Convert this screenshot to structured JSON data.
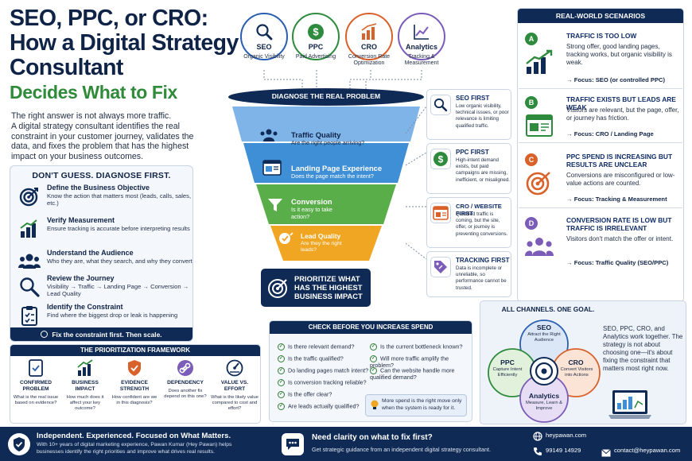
{
  "header": {
    "title_line1": "SEO, PPC, or CRO:",
    "title_line2": "How a Digital Strategy",
    "title_line3": "Consultant",
    "title_line4": "Decides What to Fix",
    "intro_line1": "The right answer is not always more traffic.",
    "intro_body": "A digital strategy consultant identifies the real constraint in your customer journey, validates the data, and fixes the problem that has the highest impact on your business outcomes."
  },
  "diagnose": {
    "title": "DON'T GUESS. DIAGNOSE FIRST.",
    "steps": [
      {
        "title": "Define the Business Objective",
        "desc": "Know the action that matters most (leads, calls, sales, etc.)",
        "icon": "target-icon"
      },
      {
        "title": "Verify Measurement",
        "desc": "Ensure tracking is accurate before interpreting results",
        "icon": "bar-chart-icon"
      },
      {
        "title": "Understand the Audience",
        "desc": "Who they are, what they search, and why they convert",
        "icon": "people-icon"
      },
      {
        "title": "Review the Journey",
        "desc": "Visibility → Traffic → Landing Page → Conversion → Lead Quality",
        "icon": "magnifier-icon"
      },
      {
        "title": "Identify the Constraint",
        "desc": "Find where the biggest drop or leak is happening",
        "icon": "clipboard-icon"
      }
    ],
    "footer": "Fix the constraint first. Then scale."
  },
  "framework": {
    "title": "THE PRIORITIZATION FRAMEWORK",
    "cols": [
      {
        "title": "CONFIRMED PROBLEM",
        "desc": "What is the real issue based on evidence?"
      },
      {
        "title": "BUSINESS IMPACT",
        "desc": "How much does it affect your key outcome?"
      },
      {
        "title": "EVIDENCE STRENGTH",
        "desc": "How confident are we in this diagnosis?"
      },
      {
        "title": "DEPENDENCY",
        "desc": "Does another fix depend on this one?"
      },
      {
        "title": "VALUE VS. EFFORT",
        "desc": "What is the likely value compared to cost and effort?"
      }
    ]
  },
  "channels_top": [
    {
      "name": "SEO",
      "desc": "Organic Visibility",
      "color": "#2a5fb0"
    },
    {
      "name": "PPC",
      "desc": "Paid Advertising",
      "color": "#2e8b3d"
    },
    {
      "name": "CRO",
      "desc": "Conversion Rate Optimization",
      "color": "#d9622b"
    },
    {
      "name": "Analytics",
      "desc": "Tracking & Measurement",
      "color": "#7b5cb8"
    }
  ],
  "funnel": {
    "title": "DIAGNOSE THE REAL PROBLEM",
    "levels": [
      {
        "title": "Traffic Quality",
        "desc": "Are the right people arriving?",
        "color": "#7fb4e8"
      },
      {
        "title": "Landing Page Experience",
        "desc": "Does the page match the intent?",
        "color": "#3e8fd6"
      },
      {
        "title": "Conversion",
        "desc": "Is it easy to take action?",
        "color": "#5aae4a"
      },
      {
        "title": "Lead Quality",
        "desc": "Are they the right leads?",
        "color": "#f0a623"
      }
    ],
    "cta": "PRIORITIZE WHAT HAS THE HIGHEST BUSINESS IMPACT"
  },
  "first_cards": [
    {
      "title": "SEO FIRST",
      "desc": "Low organic visibility, technical issues, or poor relevance is limiting qualified traffic."
    },
    {
      "title": "PPC FIRST",
      "desc": "High-intent demand exists, but paid campaigns are missing, inefficient, or misaligned."
    },
    {
      "title": "CRO / WEBSITE FIRST",
      "desc": "Qualified traffic is coming, but the site, offer, or journey is preventing conversions."
    },
    {
      "title": "TRACKING FIRST",
      "desc": "Data is incomplete or unreliable, so performance cannot be trusted."
    }
  ],
  "checklist": {
    "title": "CHECK BEFORE YOU INCREASE SPEND",
    "left": [
      "Is there relevant demand?",
      "Is the traffic qualified?",
      "Do landing pages match intent?",
      "Is conversion tracking reliable?",
      "Is the offer clear?",
      "Are leads actually qualified?"
    ],
    "right": [
      "Is the current bottleneck known?",
      "Will more traffic amplify the problem?",
      "Can the website handle more qualified demand?"
    ],
    "tip": "More spend is the right move only when the system is ready for it."
  },
  "scenarios": {
    "title": "REAL-WORLD SCENARIOS",
    "items": [
      {
        "badge": "A",
        "title": "TRAFFIC IS TOO LOW",
        "desc": "Strong offer, good landing pages, tracking works, but organic visibility is weak.",
        "focus": "→ Focus: SEO (or controlled PPC)",
        "color": "#2e8b3d"
      },
      {
        "badge": "B",
        "title": "TRAFFIC EXISTS BUT LEADS ARE WEAK",
        "desc": "Visitors are relevant, but the page, offer, or journey has friction.",
        "focus": "→ Focus: CRO / Landing Page",
        "color": "#2e8b3d"
      },
      {
        "badge": "C",
        "title": "PPC SPEND IS INCREASING BUT RESULTS ARE UNCLEAR",
        "desc": "Conversions are misconfigured or low-value actions are counted.",
        "focus": "→ Focus: Tracking & Measurement",
        "color": "#d9622b"
      },
      {
        "badge": "D",
        "title": "CONVERSION RATE IS LOW BUT TRAFFIC IS IRRELEVANT",
        "desc": "Visitors don't match the offer or intent.",
        "focus": "→ Focus: Traffic Quality (SEO/PPC)",
        "color": "#7b5cb8"
      }
    ]
  },
  "channels": {
    "title": "ALL CHANNELS. ONE GOAL.",
    "seo": {
      "name": "SEO",
      "desc": "Attract the Right Audience"
    },
    "ppc": {
      "name": "PPC",
      "desc": "Capture Intent Efficiently"
    },
    "cro": {
      "name": "CRO",
      "desc": "Convert Visitors into Actions"
    },
    "analytics": {
      "name": "Analytics",
      "desc": "Measure, Learn & Improve"
    },
    "summary": "SEO, PPC, CRO, and Analytics work together. The strategy is not about choosing one—it's about fixing the constraint that matters most right now."
  },
  "footer": {
    "headline": "Independent. Experienced. Focused on What Matters.",
    "body": "With 10+ years of digital marketing experience, Pawan Kumar (Hey Pawan) helps businesses identify the right priorities and improve what drives real results.",
    "cta_title": "Need clarity on what to fix first?",
    "cta_body": "Get strategic guidance from an independent digital strategy consultant.",
    "website": "heypawan.com",
    "phone": "99149 14929",
    "email": "contact@heypawan.com"
  }
}
